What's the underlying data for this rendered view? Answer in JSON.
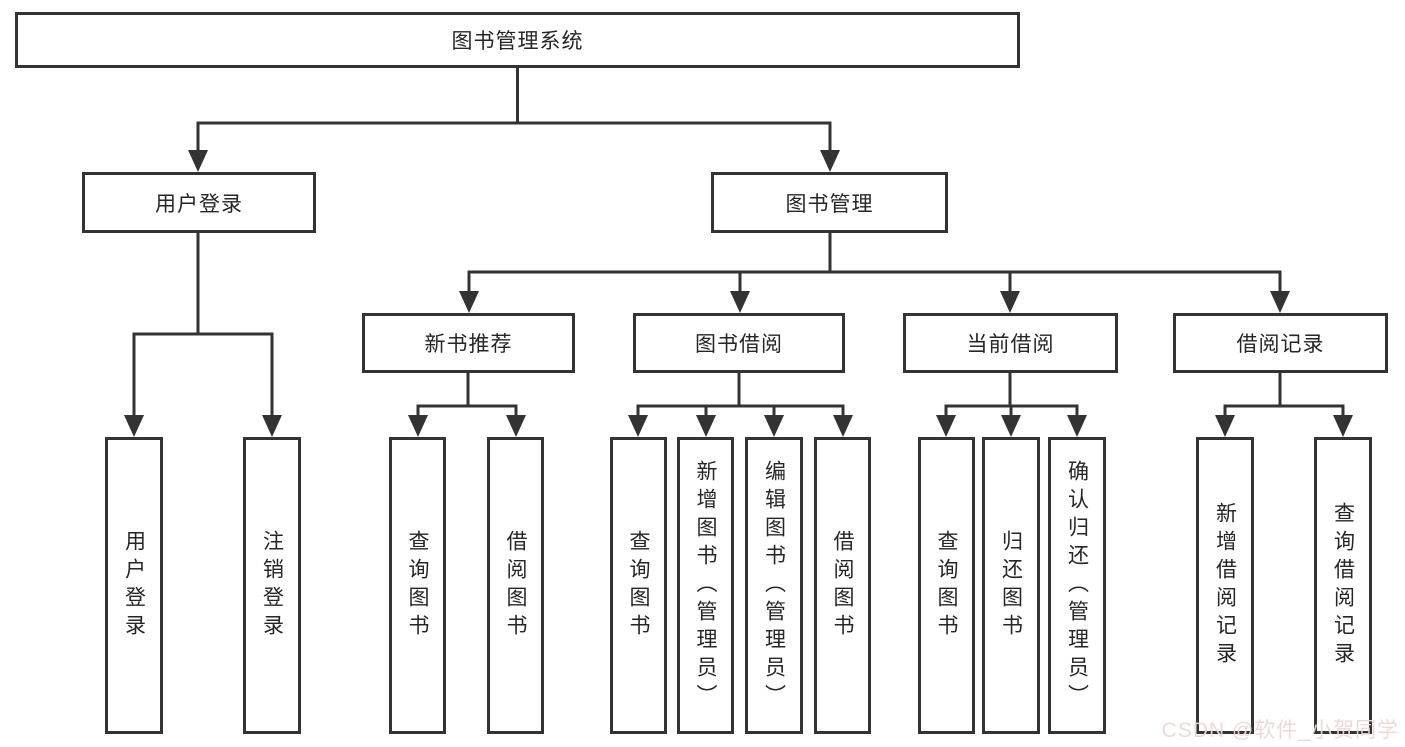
{
  "tree": {
    "label": "图书管理系统",
    "children": [
      {
        "label": "用户登录",
        "children": [
          {
            "label": "用户登录"
          },
          {
            "label": "注销登录"
          }
        ]
      },
      {
        "label": "图书管理",
        "children": [
          {
            "label": "新书推荐",
            "children": [
              {
                "label": "查询图书"
              },
              {
                "label": "借阅图书"
              }
            ]
          },
          {
            "label": "图书借阅",
            "children": [
              {
                "label": "查询图书"
              },
              {
                "label": "新增图书（管理员）"
              },
              {
                "label": "编辑图书（管理员）"
              },
              {
                "label": "借阅图书"
              }
            ]
          },
          {
            "label": "当前借阅",
            "children": [
              {
                "label": "查询图书"
              },
              {
                "label": "归还图书"
              },
              {
                "label": "确认归还（管理员）"
              }
            ]
          },
          {
            "label": "借阅记录",
            "children": [
              {
                "label": "新增借阅记录"
              },
              {
                "label": "查询借阅记录"
              }
            ]
          }
        ]
      }
    ]
  },
  "watermark": {
    "text": "CSDN @软件_小贺同学"
  },
  "colors": {
    "line": "#333333",
    "background": "#ffffff",
    "watermark": "#ecd7d3"
  }
}
